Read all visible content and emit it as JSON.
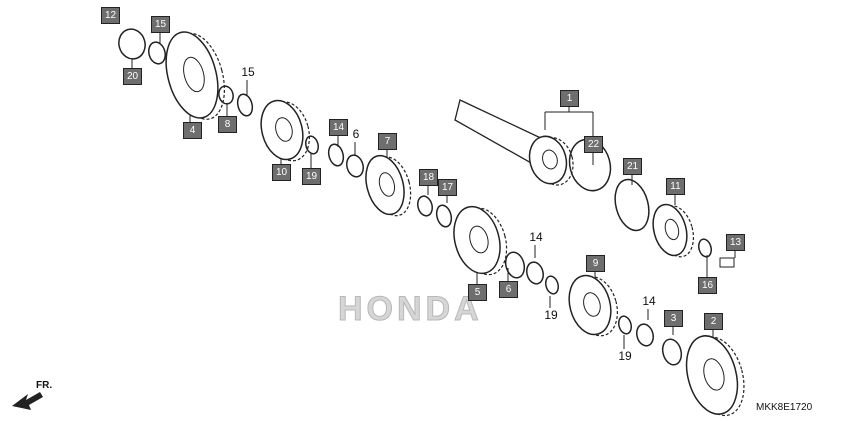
{
  "diagram_code": "MKK8E1720",
  "front_marker": "FR.",
  "watermark": "HONDA",
  "callouts": [
    {
      "num": "12",
      "boxed": true
    },
    {
      "num": "15",
      "boxed": true
    },
    {
      "num": "20",
      "boxed": true
    },
    {
      "num": "4",
      "boxed": true
    },
    {
      "num": "8",
      "boxed": true
    },
    {
      "num": "15",
      "boxed": false
    },
    {
      "num": "10",
      "boxed": true
    },
    {
      "num": "19",
      "boxed": true
    },
    {
      "num": "14",
      "boxed": true
    },
    {
      "num": "6",
      "boxed": false
    },
    {
      "num": "7",
      "boxed": true
    },
    {
      "num": "18",
      "boxed": true
    },
    {
      "num": "17",
      "boxed": true
    },
    {
      "num": "1",
      "boxed": true
    },
    {
      "num": "22",
      "boxed": true
    },
    {
      "num": "21",
      "boxed": true
    },
    {
      "num": "11",
      "boxed": true
    },
    {
      "num": "13",
      "boxed": true
    },
    {
      "num": "16",
      "boxed": true
    },
    {
      "num": "5",
      "boxed": true
    },
    {
      "num": "6",
      "boxed": true
    },
    {
      "num": "14",
      "boxed": false
    },
    {
      "num": "9",
      "boxed": true
    },
    {
      "num": "19",
      "boxed": false
    },
    {
      "num": "19",
      "boxed": false
    },
    {
      "num": "14",
      "boxed": false
    },
    {
      "num": "3",
      "boxed": true
    },
    {
      "num": "2",
      "boxed": true
    }
  ]
}
